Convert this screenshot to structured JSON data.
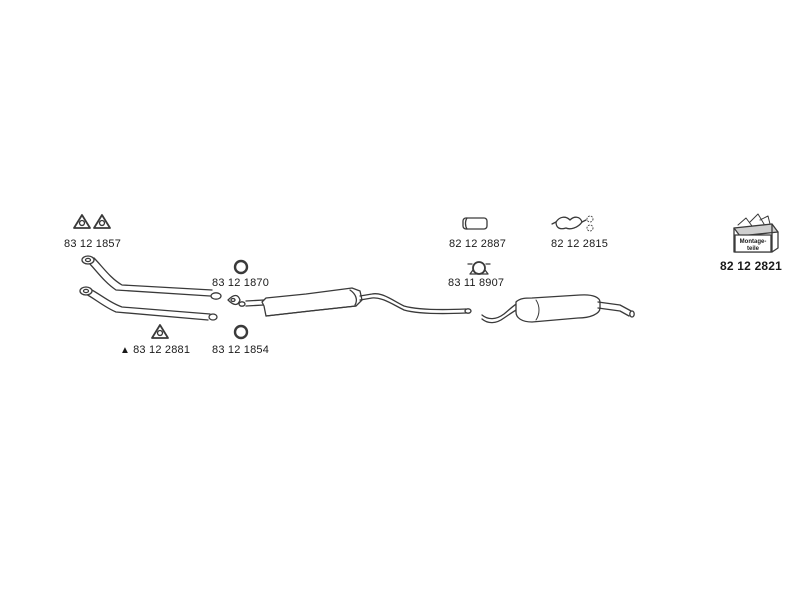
{
  "parts": {
    "gasket_pair": "83 12 1857",
    "gasket_marked": "83 12 2881",
    "ring_upper": "83 12 1870",
    "ring_lower": "83 12 1854",
    "sleeve": "82 12 2887",
    "hanger": "82 12 2815",
    "clamp": "83 11 8907",
    "mounting_kit": "82 12 2821"
  },
  "marker_symbol": "▲",
  "kit_box_label": [
    "Montage-",
    "teile"
  ],
  "colors": {
    "line": "#3a3a3a",
    "fill": "#ffffff",
    "shade": "#cfcfcf"
  }
}
